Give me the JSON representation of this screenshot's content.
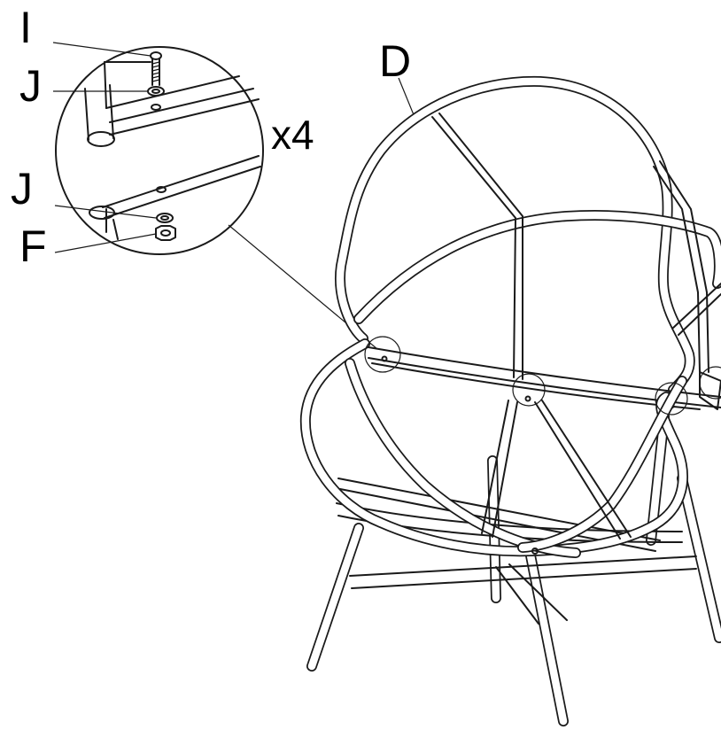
{
  "labels": {
    "bolt": "I",
    "washer_top": "J",
    "washer_bottom": "J",
    "nut": "F",
    "frame": "D"
  },
  "quantity": "x4"
}
